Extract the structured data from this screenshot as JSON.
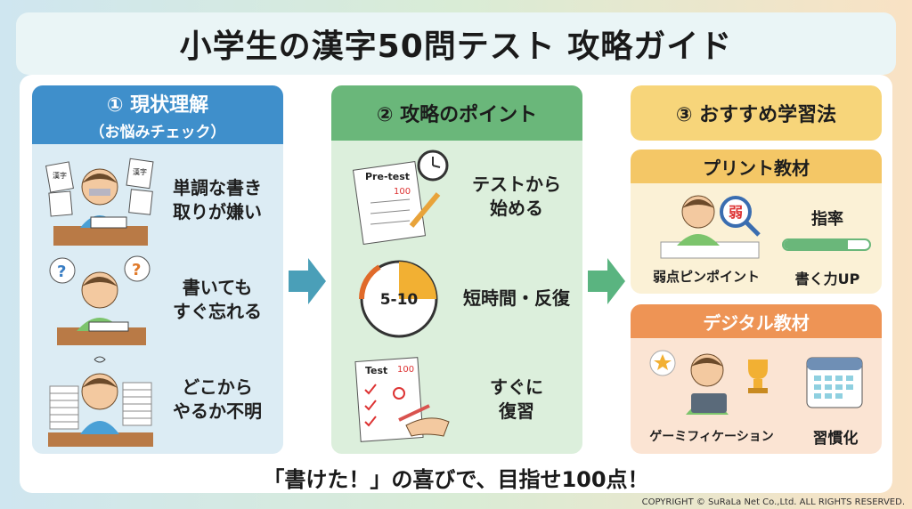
{
  "title": "小学生の漢字50問テスト 攻略ガイド",
  "columns": {
    "status": {
      "heading": "① 現状理解",
      "subheading": "（お悩みチェック）",
      "items": [
        {
          "text": "単調な書き\n取りが嫌い",
          "illustration": "bored-student-icon",
          "paper_label": "漢字"
        },
        {
          "text": "書いても\nすぐ忘れる",
          "illustration": "confused-student-icon"
        },
        {
          "text": "どこから\nやるか不明",
          "illustration": "overwhelmed-student-icon"
        }
      ]
    },
    "points": {
      "heading": "② 攻略のポイント",
      "items": [
        {
          "text": "テストから\n始める",
          "illustration": "pretest-clipboard-icon",
          "paper_title": "Pre-test",
          "paper_score": "100"
        },
        {
          "text": "短時間・反復",
          "illustration": "timer-icon",
          "timer_label": "5-10"
        },
        {
          "text": "すぐに\n復習",
          "illustration": "test-review-icon",
          "paper_title": "Test",
          "paper_score": "100"
        }
      ]
    },
    "methods": {
      "heading": "③ おすすめ学習法",
      "print": {
        "heading": "プリント教材",
        "left_label": "弱点ピンポイント",
        "right_title": "指率",
        "right_label": "書く力UP",
        "progress": 0.75,
        "magnifier_char": "弱"
      },
      "digital": {
        "heading": "デジタル教材",
        "left_label": "ゲーミフィケーション",
        "right_label": "習慣化"
      }
    }
  },
  "footer_message": "「書けた！」の喜びで、目指せ100点！",
  "copyright": "COPYRIGHT © SuRaLa Net Co.,Ltd. ALL RIGHTS RESERVED.",
  "colors": {
    "status_header": "#3f8fcb",
    "points_header": "#6ab77a",
    "methods_header": "#f7d57a",
    "print_header": "#f4c766",
    "digital_header": "#ee9455",
    "arrow": "#4a9fb8"
  }
}
